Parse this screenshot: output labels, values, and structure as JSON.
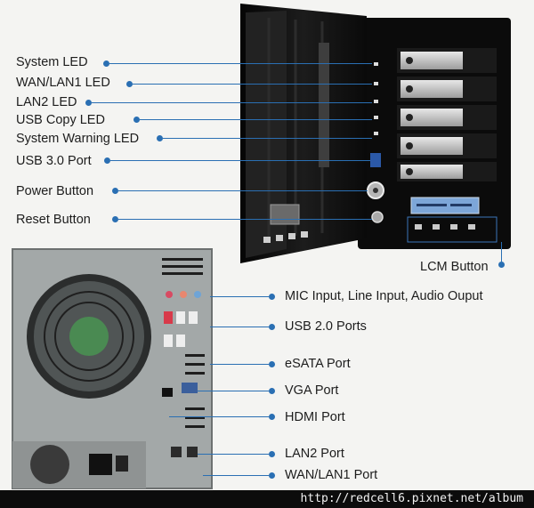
{
  "front_labels": {
    "system_led": "System LED",
    "wan_lan1_led": "WAN/LAN1 LED",
    "lan2_led": "LAN2 LED",
    "usb_copy_led": "USB Copy LED",
    "system_warning_led": "System Warning LED",
    "usb3_port": "USB 3.0 Port",
    "power_button": "Power Button",
    "reset_button": "Reset Button",
    "lcm_button": "LCM Button"
  },
  "rear_labels": {
    "audio": "MIC Input, Line Input, Audio Ouput",
    "usb2_ports": "USB 2.0 Ports",
    "esata_port": "eSATA Port",
    "vga_port": "VGA Port",
    "hdmi_port": "HDMI Port",
    "lan2_port": "LAN2 Port",
    "wan_lan1_port": "WAN/LAN1 Port"
  },
  "watermark": "http://redcell6.pixnet.net/album",
  "colors": {
    "accent": "#2a6fb3",
    "chassis": "#111111",
    "rear_panel": "#9aa0a0",
    "background": "#f4f4f2"
  }
}
